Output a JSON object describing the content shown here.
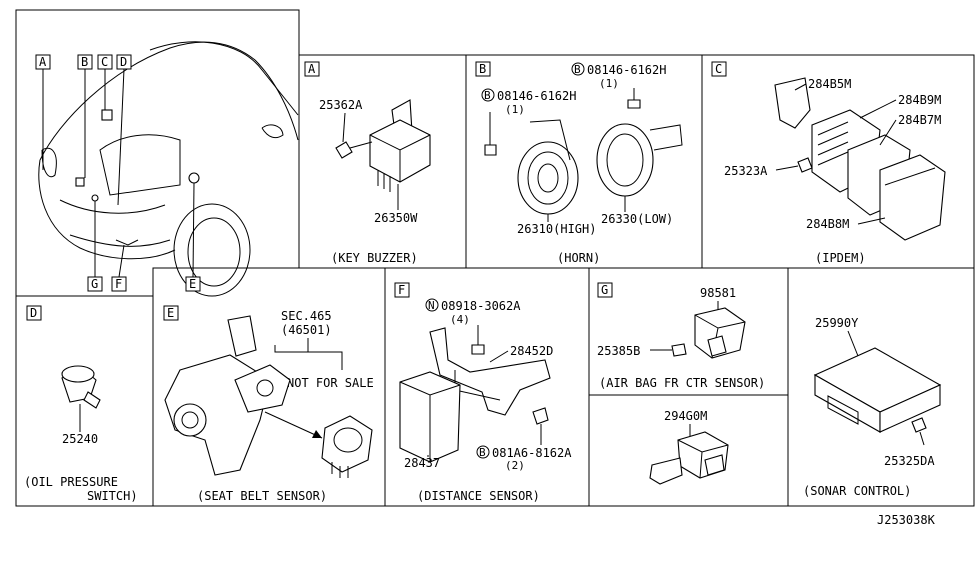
{
  "overview_tags": [
    "A",
    "B",
    "C",
    "D",
    "E",
    "F",
    "G"
  ],
  "panels": {
    "A": {
      "letter": "A",
      "caption": "(KEY BUZZER)",
      "parts": [
        "25362A",
        "26350W"
      ]
    },
    "B": {
      "letter": "B",
      "caption": "(HORN)",
      "bolt_symbol": "B",
      "bolt1": "08146-6162H",
      "bolt1_qty": "(1)",
      "bolt2": "08146-6162H",
      "bolt2_qty": "(1)",
      "parts": [
        "26310(HIGH)",
        "26330(LOW)"
      ]
    },
    "C": {
      "letter": "C",
      "caption": "(IPDEM)",
      "parts": [
        "284B5M",
        "284B9M",
        "284B7M",
        "25323A",
        "284B8M"
      ]
    },
    "D": {
      "letter": "D",
      "caption_line1": "(OIL PRESSURE",
      "caption_line2": "SWITCH)",
      "parts": [
        "25240"
      ]
    },
    "E": {
      "letter": "E",
      "caption": "(SEAT BELT SENSOR)",
      "sec": "SEC.465",
      "sec_ref": "(46501)",
      "note": "NOT FOR SALE"
    },
    "F": {
      "letter": "F",
      "caption": "(DISTANCE SENSOR)",
      "nut_symbol": "N",
      "nut": "08918-3062A",
      "nut_qty": "(4)",
      "bolt_symbol": "B",
      "bolt": "081A6-8162A",
      "bolt_qty": "(2)",
      "parts": [
        "28452D",
        "28437"
      ]
    },
    "G": {
      "letter": "G",
      "caption": "(AIR BAG FR CTR SENSOR)",
      "parts": [
        "98581",
        "25385B"
      ]
    },
    "H": {
      "part": "294G0M"
    },
    "S": {
      "caption": "(SONAR CONTROL)",
      "parts": [
        "25990Y",
        "25325DA"
      ]
    }
  },
  "diagram_id": "J253038K"
}
